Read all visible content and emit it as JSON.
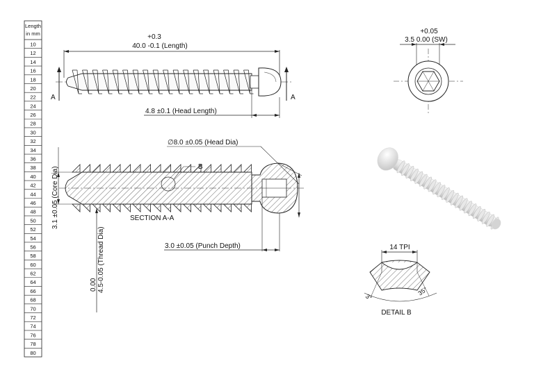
{
  "length_table": {
    "header_line1": "Length",
    "header_line2": "in mm",
    "values": [
      "10",
      "12",
      "14",
      "16",
      "18",
      "20",
      "22",
      "24",
      "26",
      "28",
      "30",
      "32",
      "34",
      "36",
      "38",
      "40",
      "42",
      "44",
      "46",
      "48",
      "50",
      "52",
      "54",
      "56",
      "58",
      "60",
      "62",
      "64",
      "66",
      "68",
      "70",
      "72",
      "74",
      "76",
      "78",
      "80"
    ]
  },
  "top_view": {
    "length_tol_upper": "+0.3",
    "length_dim": "40.0 -0.1  (Length)",
    "section_mark_left": "A",
    "section_mark_right": "A",
    "head_length_dim": "4.8 ±0.1 (Head Length)"
  },
  "end_view": {
    "sw_tol_upper": "+0.05",
    "sw_dim": "3.5  0.00 (SW)"
  },
  "section_view": {
    "head_dia_dim": "∅8.0 ±0.05 (Head Dia)",
    "detail_callout": "B",
    "core_dia_dim": "3.1 ±0.05 (Core Dia)",
    "section_label": "SECTION A-A",
    "thread_dia_dim": "4.5-0.05 (Thread Dia)",
    "thread_dia_tol": "0.00",
    "punch_depth_dim": "3.0 ±0.05 (Punch Depth)"
  },
  "detail_b": {
    "tpi_dim": "14 TPI",
    "angle_left": "3°",
    "angle_right": "35°",
    "label": "DETAIL B"
  },
  "colors": {
    "line": "#111111",
    "render_shade": "#cfcfcf",
    "render_highlight": "#f6f6f6"
  }
}
